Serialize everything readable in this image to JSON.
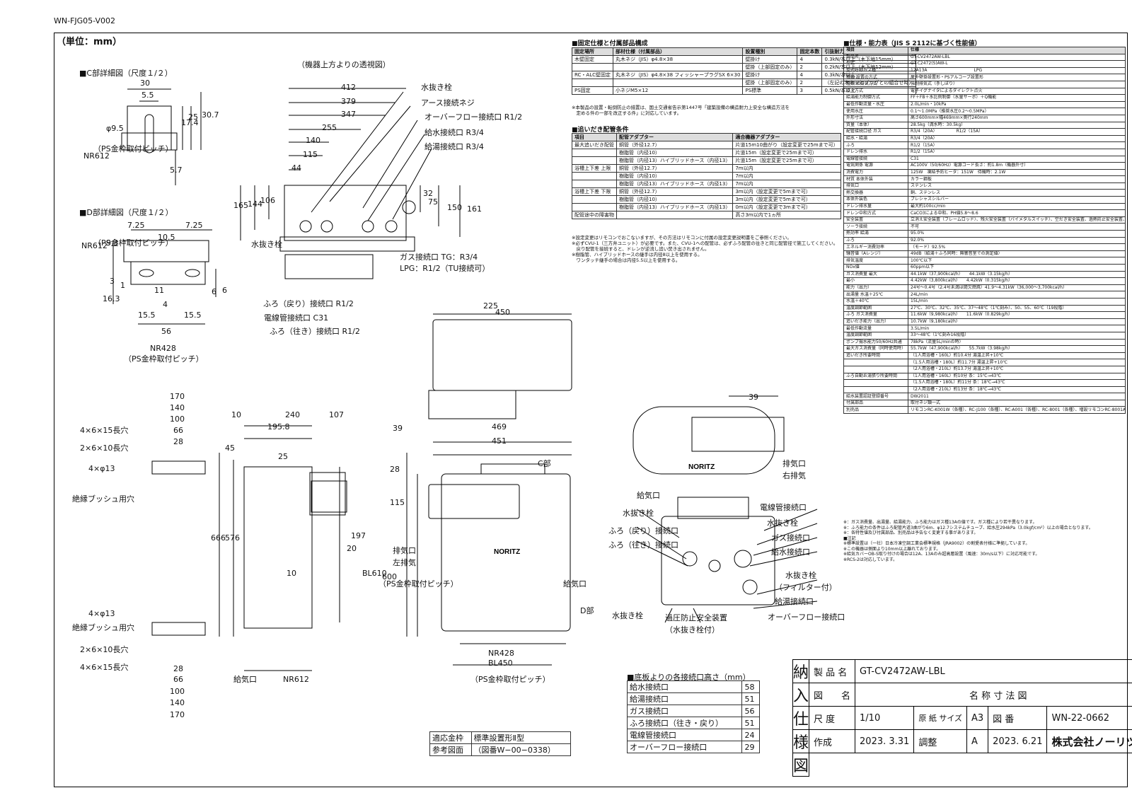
{
  "doc_code": "WN-FJG05-V002",
  "unit_label": "（単位：mm）",
  "titles": {
    "top_view": "（機器上方よりの透視図）",
    "c_detail": "■C部詳細図（尺度１/２）",
    "d_detail": "■D部詳細図（尺度１/２）",
    "fixing_spec": "■固定仕様と付属部品構成",
    "piping": "■追いだき配管条件",
    "spec": "■仕様・能力表（JIS S 2112に基づく性能値）",
    "bottom_heights": "■底板よりの各接続口高さ（mm）"
  },
  "c_detail_dims": [
    "30",
    "5.5",
    "φ9.5",
    "17.4",
    "25",
    "30.7",
    "5.7",
    "NR612",
    "（PS金枠取付ピッチ）"
  ],
  "d_detail_dims": [
    "7.25",
    "7.25",
    "10.5",
    "9.3",
    "NR612",
    "（PS金枠取付ピッチ）",
    "3",
    "1",
    "16.3",
    "11",
    "4",
    "6",
    "6",
    "15.5",
    "15.5",
    "56",
    "NR428",
    "（PS金枠取付ピッチ）"
  ],
  "top_view_dims": [
    "412",
    "379",
    "347",
    "255",
    "140",
    "115",
    "44",
    "165",
    "144",
    "106",
    "32",
    "75",
    "150",
    "161"
  ],
  "top_view_labels": [
    "水抜き栓",
    "アース接続ネジ",
    "オーバーフロー接続口 R1/2",
    "給水接続口 R3/4",
    "給湯接続口 R3/4",
    "水抜き栓",
    "ガス接続口 TG：R3/4",
    "LPG：R1/2（TU接続可）",
    "ふろ（戻り）接続口 R1/2",
    "電線管接続口 C31",
    "ふろ（往き）接続口 R1/2"
  ],
  "side_view_dims": [
    "170",
    "140",
    "100",
    "66",
    "28",
    "4×6×15長穴",
    "2×6×10長穴",
    "4×φ13",
    "絶縁ブッシュ用穴",
    "4×φ13",
    "絶縁ブッシュ用穴",
    "2×6×10長穴",
    "4×6×15長穴",
    "28",
    "66",
    "100",
    "140",
    "170",
    "10",
    "240",
    "107",
    "195.8",
    "45",
    "25",
    "666",
    "576",
    "20",
    "10",
    "197",
    "給気口",
    "NR612",
    "BL610",
    "（PS金枠取付ピッチ）"
  ],
  "front_view_dims": [
    "450",
    "225",
    "39",
    "469",
    "451",
    "28",
    "115",
    "600",
    "排気口",
    "左排気",
    "給気口",
    "C部",
    "D部",
    "NR428",
    "BL450",
    "（PS金枠取付ピッチ）"
  ],
  "right_view_labels": [
    "39",
    "排気口",
    "右排気",
    "給気口",
    "水抜き栓",
    "ふろ（戻り）接続口",
    "ふろ（往き）接続口",
    "電線管接続口",
    "水抜き栓",
    "ガス接続口",
    "給水接続口",
    "水抜き栓",
    "（フィルター付）",
    "給湯接続口",
    "オーバーフロー接続口",
    "水抜き栓",
    "過圧防止安全装置",
    "（水抜き栓付）"
  ],
  "fixing_table": {
    "headers": [
      "固定場所",
      "部材仕様（付属部品）",
      "設置種別",
      "固定本数",
      "引抜耐力"
    ],
    "rows": [
      [
        "木壁固定",
        "丸木ネジ（JIS）φ4.8×38",
        "壁掛け",
        "4",
        "0.3kN/本以上（木下地15mm）"
      ],
      [
        "",
        "",
        "壁掛（上部固定のみ）",
        "2",
        "0.2kN/本以上（木下地12mm）"
      ],
      [
        "RC・ALC壁固定",
        "丸木ネジ（JIS）φ4.8×38 フィッシャープラグSX 6×30",
        "壁掛け",
        "4",
        "0.3kN/本以上"
      ],
      [
        "",
        "",
        "壁掛（上部固定のみ）",
        "2",
        "（左記の木ネジとプラグとの組合せ時）"
      ],
      [
        "PS固定",
        "小ネジM5×12",
        "PS標準",
        "3",
        "0.5kN/本以上"
      ]
    ],
    "notes": [
      "※本製品の設置・転倒防止の措置は、国土交通省告示第1447号「建築設備の構造耐力上安全な構造方法を",
      "　定める件の一部を改正する件」に対応しています。"
    ]
  },
  "piping_table": {
    "headers": [
      "項目",
      "配管アダプター",
      "適合機器アダプター"
    ],
    "rows": [
      [
        "最大追いだき配管",
        "銅管（外径12.7）",
        "片道15m10曲がり（設定変更で25mまで可）"
      ],
      [
        "",
        "樹脂管（内径10）",
        "片道15m（設定変更で25mまで可）"
      ],
      [
        "",
        "樹脂管（内径13）ハイブリッドホース（内径13）",
        "片道15m（設定変更で25mまで可）"
      ],
      [
        "浴槽上下差 上限",
        "銅管（外径12.7）",
        "7m以内"
      ],
      [
        "",
        "樹脂管（内径10）",
        "7m以内"
      ],
      [
        "",
        "樹脂管（内径13）ハイブリッドホース（内径13）",
        "7m以内"
      ],
      [
        "浴槽上下差 下限",
        "銅管（外径12.7）",
        "3m以内（設定変更で5mまで可）"
      ],
      [
        "",
        "樹脂管（内径10）",
        "3m以内（設定変更で5mまで可）"
      ],
      [
        "",
        "樹脂管（内径13）ハイブリッドホース（内径13）",
        "0m以内（設定変更で3mまで可）"
      ],
      [
        "配管途中の障害物",
        "",
        "高さ3m以内で1ヵ所"
      ]
    ],
    "notes": [
      "※設定変更はリモコンでおこないますが、その方法はリモコンに付属の設定変更説明書をご参照ください。",
      "※必ずCVU-1（三方弁ユニット）が必要です。また、CVU-1への配管は、必ずふろ配管の往きと同じ配管径で施工してください。",
      "　戻り配管を接続すると、ドレンが逆流し追い焚き出されません。",
      "※樹脂管、ハイブリッドホースの継手は内径8以上を使用する。",
      "　ワンタッチ継手の場合は内径5.5以上を使用する。"
    ]
  },
  "spec_table": {
    "headers": [
      "項目",
      "仕様"
    ],
    "rows": [
      [
        "製品名",
        "GT-CV2472AW-LBL"
      ],
      [
        "型式",
        "GT-C2472(S)AW-L"
      ],
      [
        "型式呼称ガス種",
        "12A13A　　　　　　　　　　　LPG"
      ],
      [
        "種類 設置の方式",
        "屋外壁掛設置形・PSアルコーブ設置形"
      ],
      [
        "種類 給排気方式",
        "強制排気式（手しぼり）"
      ],
      [
        "点火方式",
        "電子イグナイタによるダイレクト点火"
      ],
      [
        "給湯能力制御方式",
        "FF＋FB＋水比例制御（水量サーボ）＋Q機能"
      ],
      [
        "最低作動流量・水圧",
        "2.0L/min・10kPa"
      ],
      [
        "使用水圧",
        "0.1〜1.0MPa（推奨水圧0.2〜0.5MPa）"
      ],
      [
        "外形寸法",
        "高さ600mm×幅469mm×奥行240mm"
      ],
      [
        "質量（本体）",
        "28.5kg（満水時：30.5kg）"
      ],
      [
        "配管接続口径 ガス",
        "R3/4（20A）　　　　　R1/2（15A）"
      ],
      [
        "給水・給湯",
        "R3/4（20A）"
      ],
      [
        "ふろ",
        "R1/2（15A）"
      ],
      [
        "ドレン排水",
        "R1/2（15A）"
      ],
      [
        "電線管接続",
        "C31"
      ],
      [
        "電気関係 電源",
        "AC100V（50/60Hz）電源コード長さ：約1.8m（機器外寸）"
      ],
      [
        "消費電力",
        "125W　凍結予防ヒータ：151W　待機時：2.1W"
      ],
      [
        "材質 本体外装",
        "カラー鋼板"
      ],
      [
        "排気口",
        "ステンレス"
      ],
      [
        "熱交換器",
        "銅、ステンレス"
      ],
      [
        "本体外装色",
        "プレシャスシルバー"
      ],
      [
        "ドレン排水量",
        "最大約100cc/min"
      ],
      [
        "ドレン中和方式",
        "CaCO3による中和、PH値5.8〜8.6"
      ],
      [
        "安全装置",
        "立消え安全装置（フレームロッド）、残火安全装置（バイメタルスイッチ）、空だき安全装置、過熱防止安全装置、停電時安全装置、凍結予防装置、ふろポンプ回転検出装置、漏電安全装置、過電流防止装置"
      ],
      [
        "ソーラ接続",
        "不可"
      ],
      [
        "熱効率 給湯",
        "95.0%"
      ],
      [
        "ふろ",
        "92.0%"
      ],
      [
        "エネルギー消費効率",
        "（モード）92.5%"
      ],
      [
        "騒音値（Aレンジ）",
        "49dB（給湯＋ふろ同時：無響音室での測定値）"
      ],
      [
        "排気温度",
        "100℃以下"
      ],
      [
        "NOx値",
        "60ppm以下"
      ],
      [
        "ガス消費量 最大",
        "44.1kW（37,900kcal/h）　　44.1kW（3.15kg/h）"
      ],
      [
        "最小",
        "4.42kW（3,800kcal/h）　　4.42kW（0.315kg/h）"
      ],
      [
        "能力（出力）",
        "24号〜0.4号（2.4号未満は間欠燃焼）41.9〜4.31kW（36,000〜3,700kcal/h）"
      ],
      [
        "出湯量 水温＋25℃",
        "24L/min"
      ],
      [
        "水温＋40℃",
        "15L/min"
      ],
      [
        "温度調節範囲",
        "27℃、30℃、32℃、35℃、37〜48℃（1℃刻み）、50、55、60℃（19段階）"
      ],
      [
        "ふろ ガス消費量",
        "11.6kW（9,980kcal/h）　　11.6kW（0.829kg/h）"
      ],
      [
        "追いだき能力（出力）",
        "10.7kW（9,180kcal/h）"
      ],
      [
        "最低作動流量",
        "3.5L/min"
      ],
      [
        "温度調節範囲",
        "33〜48℃（1℃刻み16段階）"
      ],
      [
        "ポンプ揚水能力50/60Hz共通",
        "78kPa（流量5L/minの時）"
      ],
      [
        "最大ガス消費量（同時使用時）",
        "55.7kW（47,900kcal/h）　　55.7kW（3.98kg/h）"
      ],
      [
        "追いだき所要時間",
        "（1人用浴槽・160L）約10.4分 湯温上昇+10℃"
      ],
      [
        "",
        "（1.5人用浴槽・180L）約11.7分 湯温上昇+10℃"
      ],
      [
        "",
        "（2人用浴槽・210L）約13.7分 湯温上昇+10℃"
      ],
      [
        "ふろ自動お湯張り所要時間",
        "（1人用浴槽・160L）約10分 条：15℃→43℃"
      ],
      [
        "",
        "（1.5人用浴槽・180L）約11分 条：18℃→43℃"
      ],
      [
        "",
        "（2人用浴槽・210L）約13分 条：18℃→43℃"
      ],
      [
        "給水装置認証登録番号",
        "DW2011"
      ],
      [
        "付属部品",
        "取付ネジ類一式"
      ],
      [
        "別売品",
        "リモコンRC-K001W（各種）、RC-J100（各種）、RC-A001（各種）、RC-8001（各種）、増設リモコンRC-8001A、配管カバー、排気カバー、据置台、三方弁ユニットCVU-1 他"
      ]
    ],
    "notes": [
      "※：ガス消費量、出湯量、給湯能力、ふろ能力はガス種13Aの値です。ガス種により若干異なります。",
      "※：ふろ能力の条件はふろ配管片道3曲がり6m、φ12.7システムチューブ、給水圧294kPa（3.0kgf/cm²）以上の場合となります。",
      "※：各特性値及び付属部品、別売品は予告なく変更する事があります。",
      "■注記",
      "※標準設置は（一社）日本冷凍空調工業会標準規格（JRA9002）の割愛表付様に準拠しています。",
      "※この機器は側面より10mm以上離れております。",
      "※給気カバーOB-S取り付けの場合は12A、13Aのみ超高層設置（風速：30m/s以下）に対応可能です。",
      "※RCS-2は対応しています。"
    ]
  },
  "bottom_heights": {
    "rows": [
      [
        "給水接続口",
        "58"
      ],
      [
        "給湯接続口",
        "51"
      ],
      [
        "ガス接続口",
        "56"
      ],
      [
        "ふろ接続口（往き・戻り）",
        "51"
      ],
      [
        "電線管接続口",
        "24"
      ],
      [
        "オーバーフロー接続口",
        "29"
      ]
    ]
  },
  "install_ref": {
    "rows": [
      [
        "適応金枠",
        "標準設置形Ⅱ型"
      ],
      [
        "参考図面",
        "（図番W−00−0338）"
      ]
    ]
  },
  "title_block": {
    "delivery_spec": [
      "納",
      "入",
      "仕",
      "様",
      "図"
    ],
    "product_name_label": "製 品 名",
    "product_name": "GT-CV2472AW-LBL",
    "drawing_name_label": "図　　名",
    "drawing_name": "名 称 寸 法 図",
    "scale_label": "尺 度",
    "scale": "1/10",
    "paper_size_label": "原 紙 サイズ",
    "paper_size": "A3",
    "drawing_no_label": "図 番",
    "drawing_no": "WN-22-0662",
    "created_label": "作成",
    "created": "2023. 3.31",
    "revised_label": "調整",
    "revision": "A",
    "revised": "2023. 6.21",
    "company": "株式会社ノーリツ"
  },
  "brand_label": "NORITZ"
}
